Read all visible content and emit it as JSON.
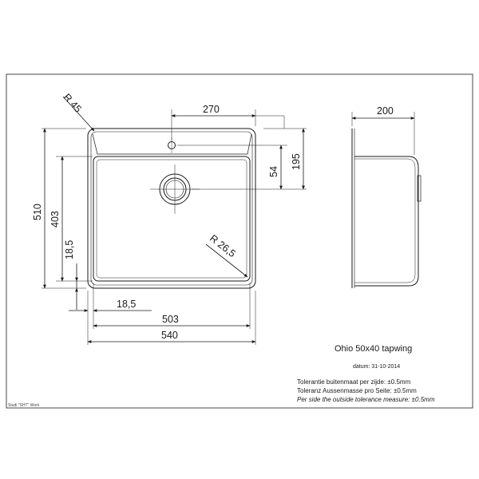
{
  "drawing": {
    "title": "Ohio 50x40 tapwing",
    "date": "datum: 31-10-2014",
    "tolerance_lines": [
      "Tolerantie buitenmaat per zijde:  ±0.5mm",
      "Toleranz Aussenmasse pro Seite:  ±0.5mm",
      "Per side the outside tolerance measure:  ±0.5mm"
    ],
    "studio_mark": "Studi \"SHT\" Work",
    "dimensions": {
      "radius_corner": "R 45",
      "top_width": "270",
      "side_depth": "200",
      "right_height": "195",
      "tap_offset": "54",
      "outer_height": "510",
      "inner_height": "403",
      "left_margin": "18,5",
      "inner_radius": "R 26,5",
      "bottom_margin": "18,5",
      "inner_width": "503",
      "outer_width": "540"
    }
  }
}
